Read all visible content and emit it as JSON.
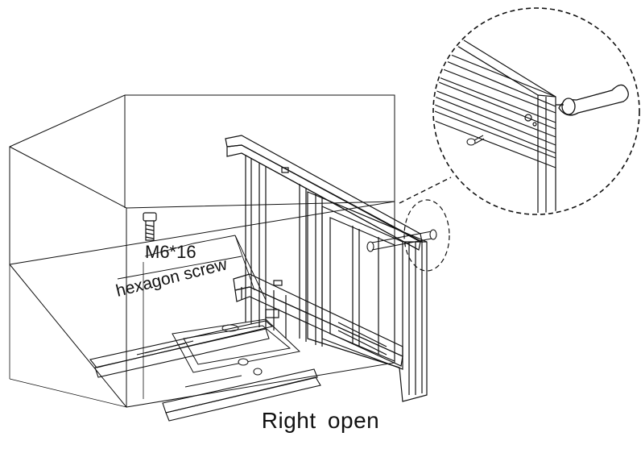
{
  "labels": {
    "screw_size": "M6*16",
    "screw_type": "hexagon screw",
    "caption": "Right  open"
  },
  "icons": [
    "hexagon-screw-icon",
    "mini-screw-icon",
    "handle-knob-icon"
  ],
  "colors": {
    "line": "#111111",
    "background": "#ffffff"
  }
}
